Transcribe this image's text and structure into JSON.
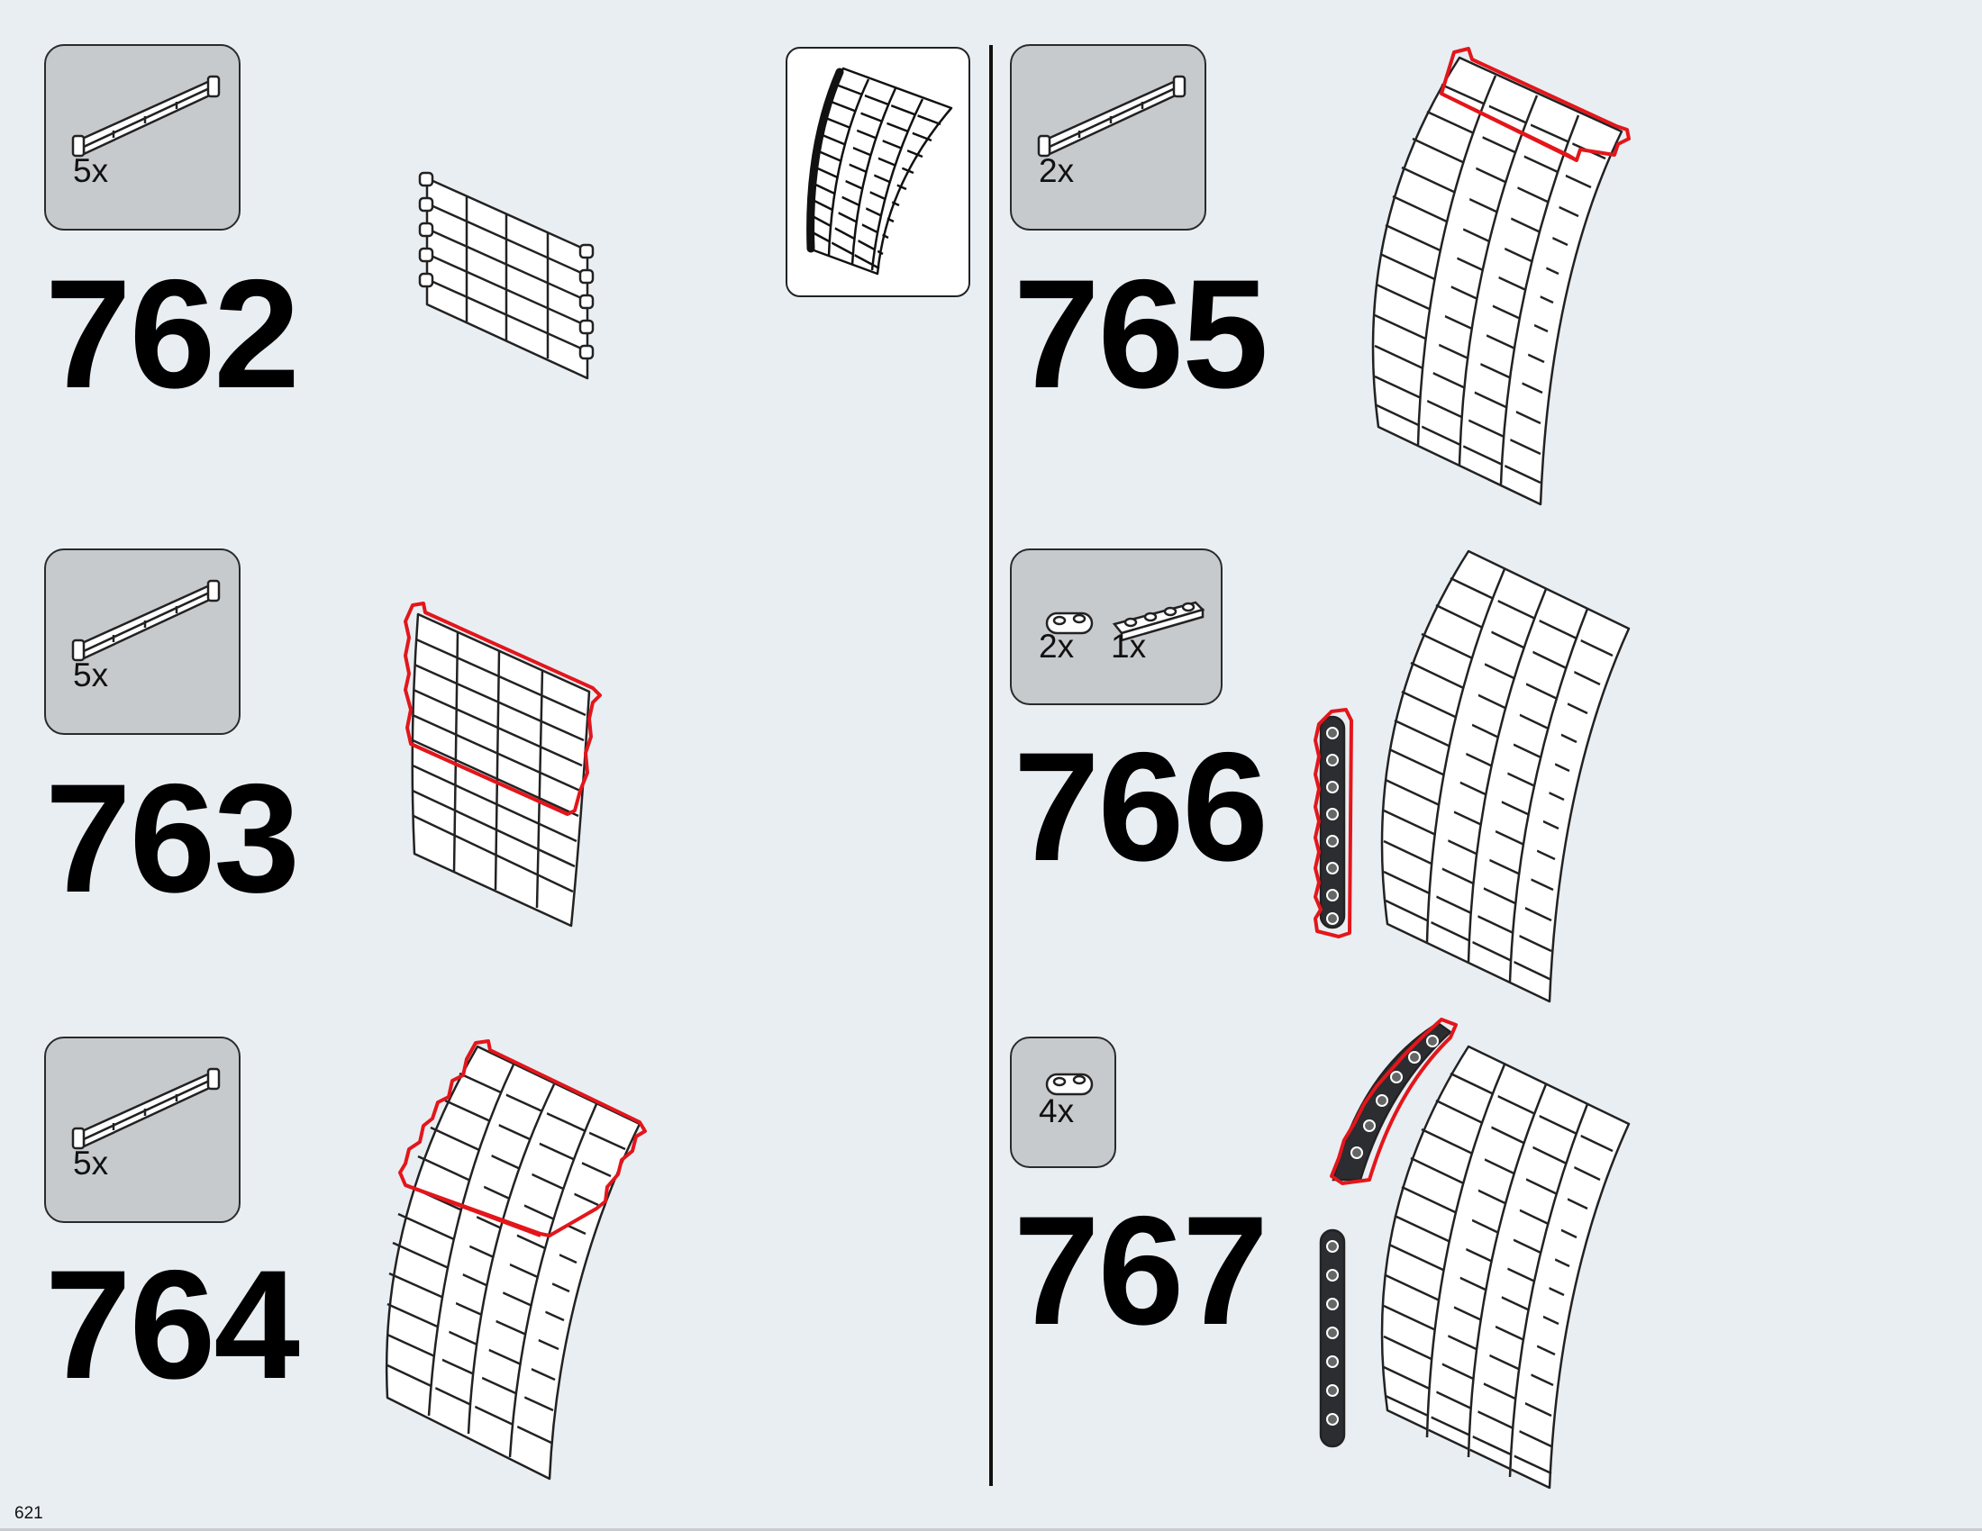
{
  "page": {
    "number": "621"
  },
  "colors": {
    "background": "#e9eef2",
    "parts_box": "#c7cacd",
    "highlight": "#e3161b"
  },
  "steps": [
    {
      "number": "762",
      "parts": [
        {
          "name": "fence-rail-part",
          "qty": "5x"
        }
      ]
    },
    {
      "number": "763",
      "parts": [
        {
          "name": "fence-rail-part",
          "qty": "5x"
        }
      ]
    },
    {
      "number": "764",
      "parts": [
        {
          "name": "fence-rail-part",
          "qty": "5x"
        }
      ]
    },
    {
      "number": "765",
      "parts": [
        {
          "name": "fence-rail-part",
          "qty": "2x"
        }
      ]
    },
    {
      "number": "766",
      "parts": [
        {
          "name": "round-plate-1x2-part",
          "qty": "2x"
        },
        {
          "name": "plate-1x4-part",
          "qty": "1x"
        }
      ]
    },
    {
      "number": "767",
      "parts": [
        {
          "name": "round-plate-1x2-part",
          "qty": "4x"
        }
      ]
    }
  ]
}
